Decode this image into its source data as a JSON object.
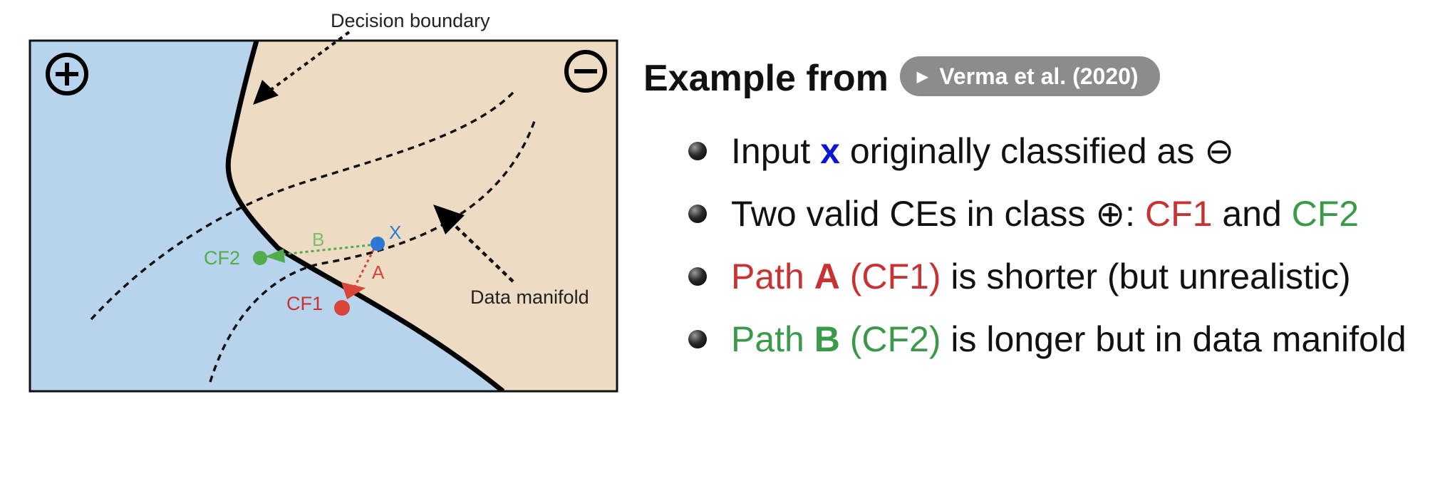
{
  "figure": {
    "decision_boundary_label": "Decision boundary",
    "data_manifold_label": "Data manifold",
    "plus_symbol": "+",
    "minus_symbol": "−",
    "point_x_label": "X",
    "path_a_label": "A",
    "path_b_label": "B",
    "cf1_label": "CF1",
    "cf2_label": "CF2",
    "colors": {
      "positive_region": "#b8d3ec",
      "negative_region": "#eddcc3",
      "cf1_red": "#d9453a",
      "cf2_green": "#52ac4c",
      "x_blue": "#2f77d6"
    }
  },
  "heading": {
    "text": "Example from",
    "citation_button": "Verma et al. (2020)",
    "citation_icon": "triangle-right-icon"
  },
  "bullets": [
    {
      "pre": "Input ",
      "var": "x",
      "post": " originally classified as ⊖"
    },
    {
      "pre": "Two valid CEs in class ⊕: ",
      "cf1": "CF1",
      "mid": " and ",
      "cf2": "CF2"
    },
    {
      "a1": "Path ",
      "a2": "A",
      "a3": " (CF1)",
      "rest": " is shorter (but unrealistic)"
    },
    {
      "a1": "Path ",
      "a2": "B",
      "a3": " (CF2)",
      "rest": " is longer but in data manifold"
    }
  ]
}
